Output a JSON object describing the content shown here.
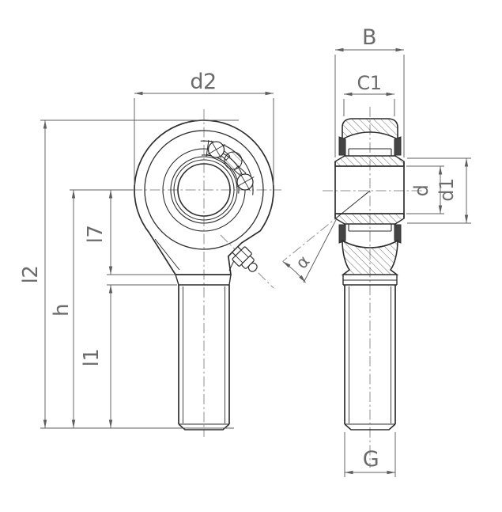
{
  "drawing": {
    "dim_labels": {
      "d2": "d2",
      "B": "B",
      "C1": "C1",
      "d": "d",
      "d1": "d1",
      "l7": "l7",
      "l2": "l2",
      "h": "h",
      "l1": "l1",
      "G": "G",
      "alpha": "α"
    },
    "colors": {
      "background": "#ffffff",
      "object_line": "#2f2f2f",
      "thin_line": "#3a3a3a",
      "dimension_line": "#5f5f5f",
      "centerline": "#8f8f8f",
      "text": "#6b6b6b",
      "ear_fill": "#454545"
    }
  }
}
